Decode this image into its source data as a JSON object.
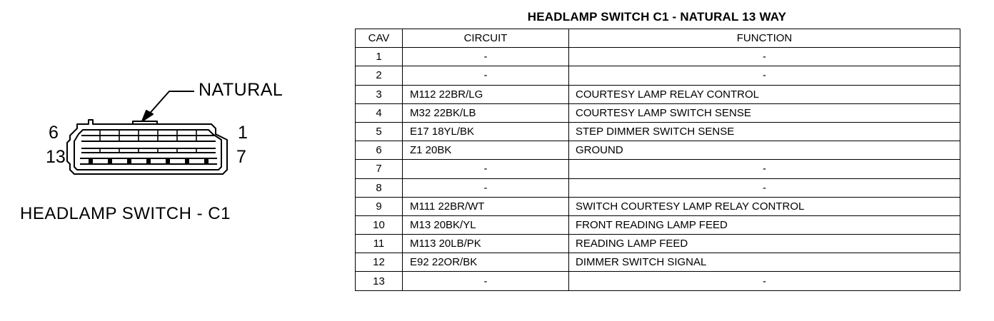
{
  "connector": {
    "color_label": "NATURAL",
    "pin_top_left": "6",
    "pin_top_right": "1",
    "pin_bottom_left": "13",
    "pin_bottom_right": "7",
    "caption": "HEADLAMP SWITCH - C1"
  },
  "table": {
    "title": "HEADLAMP SWITCH C1 - NATURAL 13 WAY",
    "headers": {
      "cav": "CAV",
      "circuit": "CIRCUIT",
      "function": "FUNCTION"
    },
    "rows": [
      {
        "cav": "1",
        "circuit": "-",
        "function": "-"
      },
      {
        "cav": "2",
        "circuit": "-",
        "function": "-"
      },
      {
        "cav": "3",
        "circuit": "M112 22BR/LG",
        "function": "COURTESY LAMP RELAY CONTROL"
      },
      {
        "cav": "4",
        "circuit": "M32 22BK/LB",
        "function": "COURTESY LAMP SWITCH SENSE"
      },
      {
        "cav": "5",
        "circuit": "E17 18YL/BK",
        "function": "STEP DIMMER SWITCH SENSE"
      },
      {
        "cav": "6",
        "circuit": "Z1 20BK",
        "function": "GROUND"
      },
      {
        "cav": "7",
        "circuit": "-",
        "function": "-"
      },
      {
        "cav": "8",
        "circuit": "-",
        "function": "-"
      },
      {
        "cav": "9",
        "circuit": "M111 22BR/WT",
        "function": "SWITCH COURTESY LAMP RELAY CONTROL"
      },
      {
        "cav": "10",
        "circuit": "M13 20BK/YL",
        "function": "FRONT READING LAMP FEED"
      },
      {
        "cav": "11",
        "circuit": "M113 20LB/PK",
        "function": "READING LAMP FEED"
      },
      {
        "cav": "12",
        "circuit": "E92 22OR/BK",
        "function": "DIMMER SWITCH SIGNAL"
      },
      {
        "cav": "13",
        "circuit": "-",
        "function": "-"
      }
    ]
  }
}
